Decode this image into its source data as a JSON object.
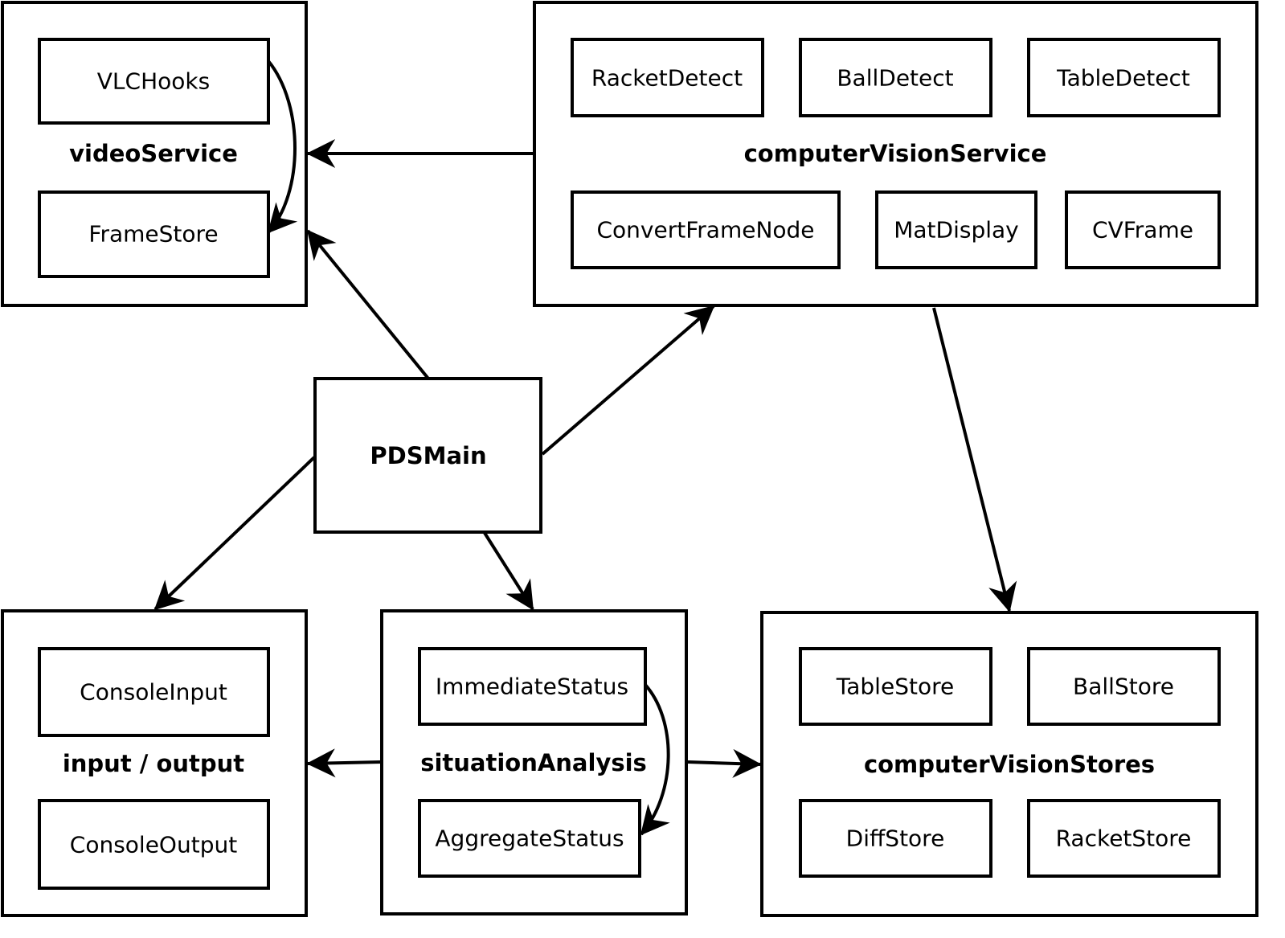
{
  "diagram": {
    "containers": {
      "video_service": {
        "title": "videoService",
        "items": {
          "vlc_hooks": "VLCHooks",
          "frame_store": "FrameStore"
        }
      },
      "computer_vision_service": {
        "title": "computerVisionService",
        "items": {
          "racket_detect": "RacketDetect",
          "ball_detect": "BallDetect",
          "table_detect": "TableDetect",
          "convert_frame_node": "ConvertFrameNode",
          "mat_display": "MatDisplay",
          "cv_frame": "CVFrame"
        }
      },
      "pds_main": {
        "title": "PDSMain"
      },
      "input_output": {
        "title": "input / output",
        "items": {
          "console_input": "ConsoleInput",
          "console_output": "ConsoleOutput"
        }
      },
      "situation_analysis": {
        "title": "situationAnalysis",
        "items": {
          "immediate_status": "ImmediateStatus",
          "aggregate_status": "AggregateStatus"
        }
      },
      "computer_vision_stores": {
        "title": "computerVisionStores",
        "items": {
          "table_store": "TableStore",
          "ball_store": "BallStore",
          "diff_store": "DiffStore",
          "racket_store": "RacketStore"
        }
      }
    },
    "edges": [
      {
        "from": "computerVisionService",
        "to": "videoService"
      },
      {
        "from": "PDSMain",
        "to": "videoService"
      },
      {
        "from": "PDSMain",
        "to": "computerVisionService"
      },
      {
        "from": "PDSMain",
        "to": "input / output"
      },
      {
        "from": "PDSMain",
        "to": "situationAnalysis"
      },
      {
        "from": "computerVisionService",
        "to": "computerVisionStores"
      },
      {
        "from": "situationAnalysis",
        "to": "input / output"
      },
      {
        "from": "situationAnalysis",
        "to": "computerVisionStores"
      },
      {
        "from": "VLCHooks",
        "to": "FrameStore"
      },
      {
        "from": "ImmediateStatus",
        "to": "AggregateStatus"
      }
    ]
  }
}
